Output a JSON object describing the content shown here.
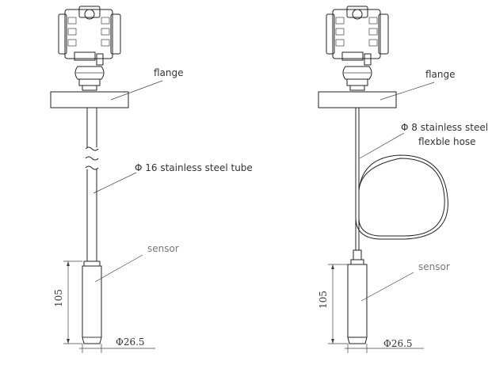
{
  "left": {
    "flange_label": "flange",
    "tube_label": "Φ 16 stainless steel tube",
    "sensor_label": "sensor",
    "length_label": "105",
    "diameter_label": "Φ26.5"
  },
  "right": {
    "flange_label": "flange",
    "hose_label_line1": "Φ 8 stainless steel",
    "hose_label_line2": "flexble hose",
    "sensor_label": "sensor",
    "length_label": "105",
    "diameter_label": "Φ26.5"
  }
}
